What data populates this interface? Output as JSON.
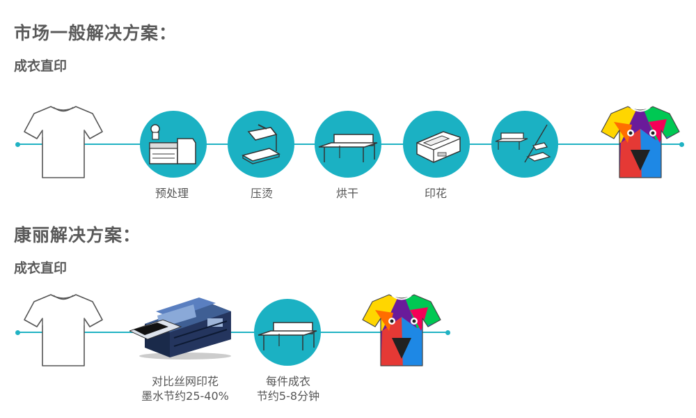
{
  "market": {
    "heading": "市场一般解决方案：",
    "subheading": "成衣直印",
    "steps": [
      {
        "label": "预处理",
        "icon": "pretreatment-machine-icon"
      },
      {
        "label": "压烫",
        "icon": "heat-press-icon"
      },
      {
        "label": "烘干",
        "icon": "dryer-conveyor-icon"
      },
      {
        "label": "印花",
        "icon": "garment-printer-icon"
      },
      {
        "label": "",
        "icon": "dryer-and-press-icon"
      }
    ],
    "start_item": "blank-tshirt-icon",
    "end_item": "printed-tshirt-icon"
  },
  "kornit": {
    "heading": "康丽解决方案：",
    "subheading": "成衣直印",
    "printer_label_line1": "对比丝网印花",
    "printer_label_line2": "墨水节约25-40%",
    "dryer_label_line1": "每件成衣",
    "dryer_label_line2": "节约5-8分钟",
    "start_item": "blank-tshirt-icon",
    "end_item": "printed-tshirt-icon"
  },
  "colors": {
    "accent": "#1bb1c3",
    "line": "#20b2c3",
    "heading": "#595959"
  }
}
